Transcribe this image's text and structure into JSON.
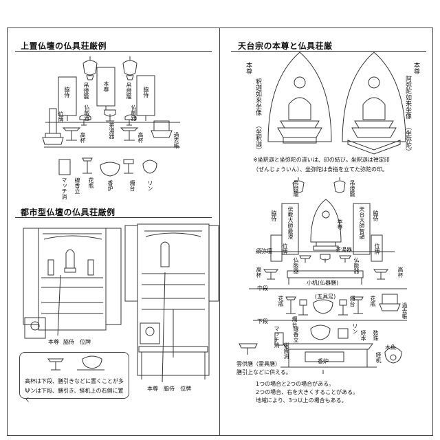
{
  "left": {
    "top_title": "上置仏壇の仏具荘厳例",
    "top_labels": {
      "waki1": "脇侍",
      "tsuritouro1": "吊燈籠",
      "honzon": "本尊",
      "tsuritouro2": "吊燈籠",
      "waki2": "脇侍",
      "ihai": "位牌",
      "buppanki1": "仏飯器",
      "chatoki": "茶湯器",
      "buppanki2": "仏飯器",
      "takatsuki1": "高杯",
      "takatsuki2": "高杯",
      "kakochou": "過去帳",
      "matchikeshi": "マッチ消",
      "senkoutate": "線香立",
      "kabin": "花瓶",
      "kouro": "香炉",
      "shokudai": "燭台",
      "rin": "リン"
    },
    "bottom_title": "都市型仏壇の仏具荘厳例",
    "bottom_left_captions": [
      "本尊",
      "脇侍",
      "位牌"
    ],
    "bottom_right_captions": [
      "本尊",
      "脇侍",
      "位牌"
    ],
    "note": [
      "高杯は下段、膳引きなどに置くことが多い",
      "リンは下段、膳引き、経机上の右側に置く"
    ]
  },
  "right": {
    "title": "天台宗の本尊と仏具荘厳",
    "honzon_a_caption": "本尊",
    "honzon_a_name": "釈迦如来坐像",
    "honzon_a_paren": "（坐釈迦）",
    "honzon_b_caption": "本尊",
    "honzon_b_name": "阿弥陀如来坐像",
    "honzon_b_paren": "（坐弥陀）",
    "note": [
      "※坐釈迦と坐弥陀の違いは、印の結び。坐釈迦は禅定印",
      "（ぜんじょういん）、坐弥陀は食指を立てた弥陀の印。"
    ],
    "labels": {
      "tsuritouro1": "吊燈籠",
      "tsuritouro2": "吊燈籠",
      "dengyo": "伝教大師最澄",
      "honzon": "本尊",
      "tendai": "天台大師智顗",
      "waki1": "脇侍",
      "waki2": "脇侍",
      "shumidan": "須弥壇",
      "chatoki": "茶湯器",
      "ihai1": "位牌",
      "ihai2": "位牌",
      "buppanki1": "仏飯器",
      "buppanki2": "仏飯器",
      "takatsuki1": "高杯",
      "takatsuki2": "高杯",
      "kozukue": "小机(仏器膳)",
      "chudan": "中段",
      "gogusoku": "(五具足)",
      "kabin1": "花瓶",
      "shokudai1": "燭台",
      "shokudai2": "燭台",
      "kabin2": "花瓶",
      "kakochou": "過去帳",
      "gedan": "下段",
      "matchikeshi": "マッチ消",
      "senkoutate": "線香立",
      "rin": "リン",
      "kyouhon": "経本",
      "juzu": "数珠",
      "rousokukeshi": "蝋燭消",
      "kouro": "香炉",
      "kyouzukue": "経机",
      "mokugyo": "木魚",
      "kumotsu": "雲供膳（霊具膳）",
      "zenbiki": "膳引上などに供える。"
    },
    "footer": [
      "1つの場合と2つの場合がある。",
      "2つの場合、右を大きくすることがある。",
      "地域により、3つ以上の場合もある。"
    ]
  }
}
